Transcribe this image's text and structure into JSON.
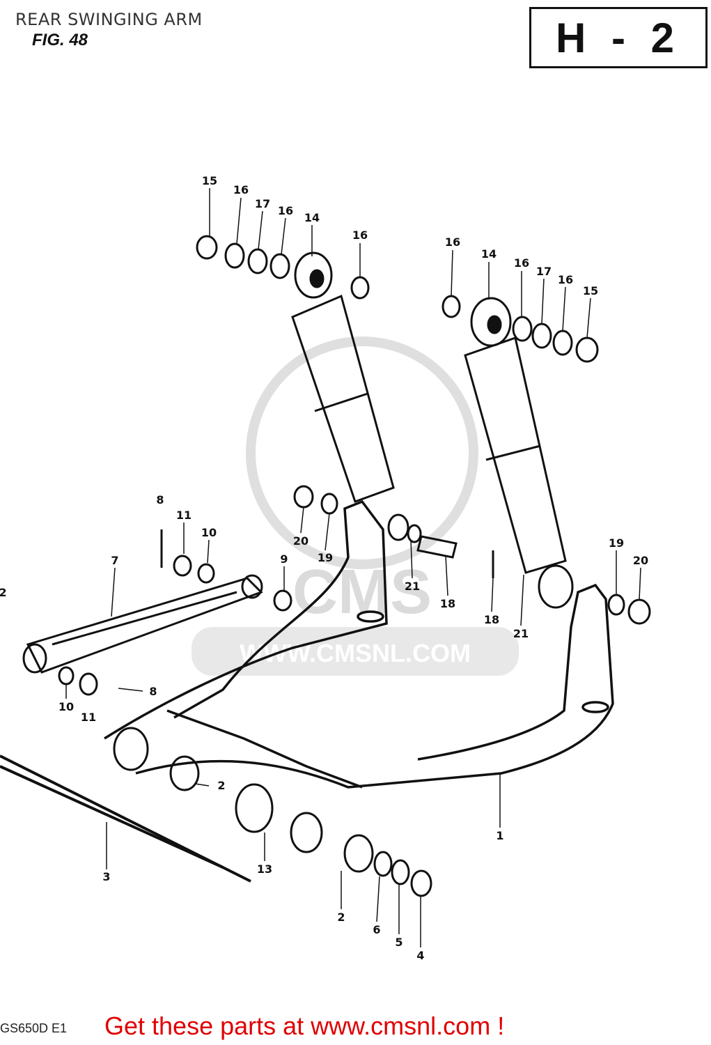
{
  "header": {
    "title": "REAR SWINGING ARM",
    "figure": "FIG. 48",
    "page_code": "H - 2"
  },
  "footer": {
    "model": "GS650D E1",
    "cta": "Get these parts at www.cmsnl.com !"
  },
  "watermark": {
    "logo_text": "CMS",
    "url": "WWW.CMSNL.COM"
  },
  "parts": {
    "p1": "1",
    "p2a": "2",
    "p2b": "2",
    "p2c": "2",
    "p3": "3",
    "p4": "4",
    "p5": "5",
    "p6": "6",
    "p7": "7",
    "p8a": "8",
    "p8b": "8",
    "p9": "9",
    "p10a": "10",
    "p10b": "10",
    "p11a": "11",
    "p11b": "11",
    "p13": "13",
    "p14a": "14",
    "p14b": "14",
    "p15a": "15",
    "p15b": "15",
    "p16a": "16",
    "p16b": "16",
    "p16c": "16",
    "p16d": "16",
    "p16e": "16",
    "p16f": "16",
    "p17a": "17",
    "p17b": "17",
    "p18a": "18",
    "p18b": "18",
    "p19a": "19",
    "p19b": "19",
    "p20a": "20",
    "p20b": "20",
    "p21a": "21",
    "p21b": "21"
  }
}
